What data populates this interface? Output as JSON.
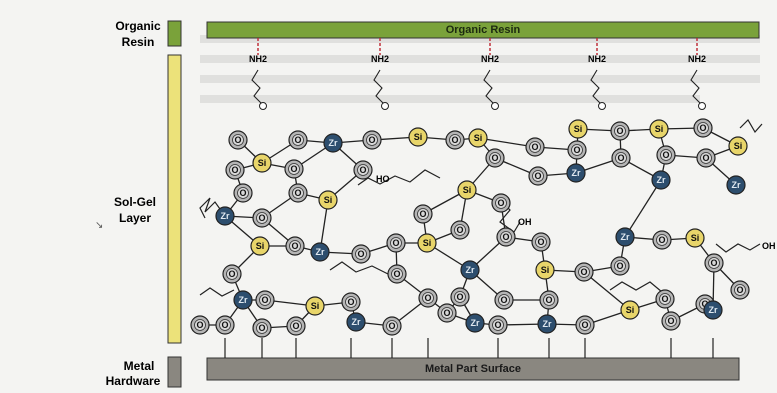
{
  "labels": {
    "organic_resin_side_line1": "Organic",
    "organic_resin_side_line2": "Resin",
    "solgel_side_line1": "Sol-Gel",
    "solgel_side_line2": "Layer",
    "metal_side_line1": "Metal",
    "metal_side_line2": "Hardware",
    "organic_resin_bar": "Organic Resin",
    "metal_surface_bar": "Metal Part Surface",
    "amine_group": "NH2",
    "hydroxyl_ho": "HO",
    "hydroxyl_oh": "OH",
    "hydroxyl_oh_right": "OH",
    "oxygen": "O",
    "silicon": "Si",
    "zirconium": "Zr"
  },
  "colors": {
    "resin_green": "#7aa23a",
    "solgel_yellow": "#ece27a",
    "metal_gray": "#8a8780",
    "si_node": "#e8d56a",
    "zr_node": "#2d4e6e",
    "o_node": "#b5b5b5",
    "link_red": "#c0303a"
  }
}
